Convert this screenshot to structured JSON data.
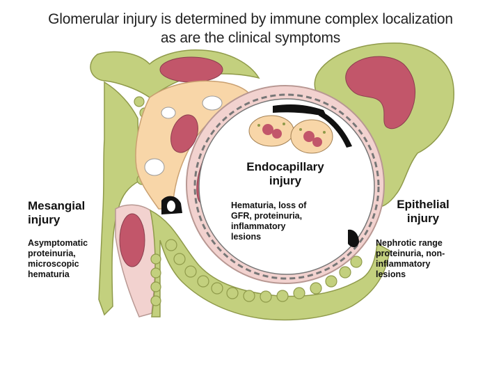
{
  "title": {
    "line1": "Glomerular injury is determined by immune complex localization",
    "line2": "as are the clinical symptoms"
  },
  "mesangial": {
    "heading_line1": "Mesangial",
    "heading_line2": "injury",
    "desc_lines": [
      "Asymptomatic",
      "proteinuria,",
      "microscopic",
      "hematuria"
    ]
  },
  "endocapillary": {
    "heading_line1": "Endocapillary",
    "heading_line2": "injury",
    "desc_lines": [
      "Hematuria, loss of",
      "GFR, proteinuria,",
      "inflammatory",
      "lesions"
    ]
  },
  "epithelial": {
    "heading_line1": "Epithelial",
    "heading_line2": "injury",
    "desc_lines": [
      "Nephrotic range",
      "proteinuria, non-",
      "inflammatory",
      "lesions"
    ]
  },
  "colors": {
    "podocyte_green": "#c3d07e",
    "podocyte_outline": "#8f9a4a",
    "mesangium_orange": "#f8d6a8",
    "endothelium_pink": "#f2d2cf",
    "nucleus_red": "#c2566a",
    "deposit_black": "#111111"
  }
}
